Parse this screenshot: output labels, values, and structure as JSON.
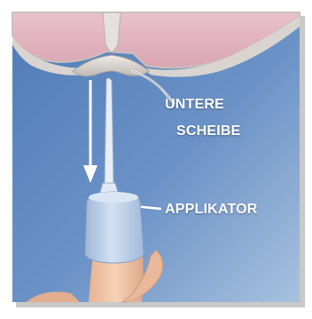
{
  "labels": {
    "lower_disc_line1": "UNTERE",
    "lower_disc_line2": "SCHEIBE",
    "applicator": "APPLIKATOR"
  },
  "colors": {
    "background_blue": "#5d86be",
    "background_blue_light": "#9bb6d9",
    "tissue_pink": "#e2b4bf",
    "disc_gray": "#d8d3cf",
    "applicator_sleeve": "#b9cde6",
    "skin": "#f1c4a7",
    "label_text": "#ffffff"
  },
  "icons": [
    "down-arrow-icon",
    "pointer-line-icon"
  ]
}
